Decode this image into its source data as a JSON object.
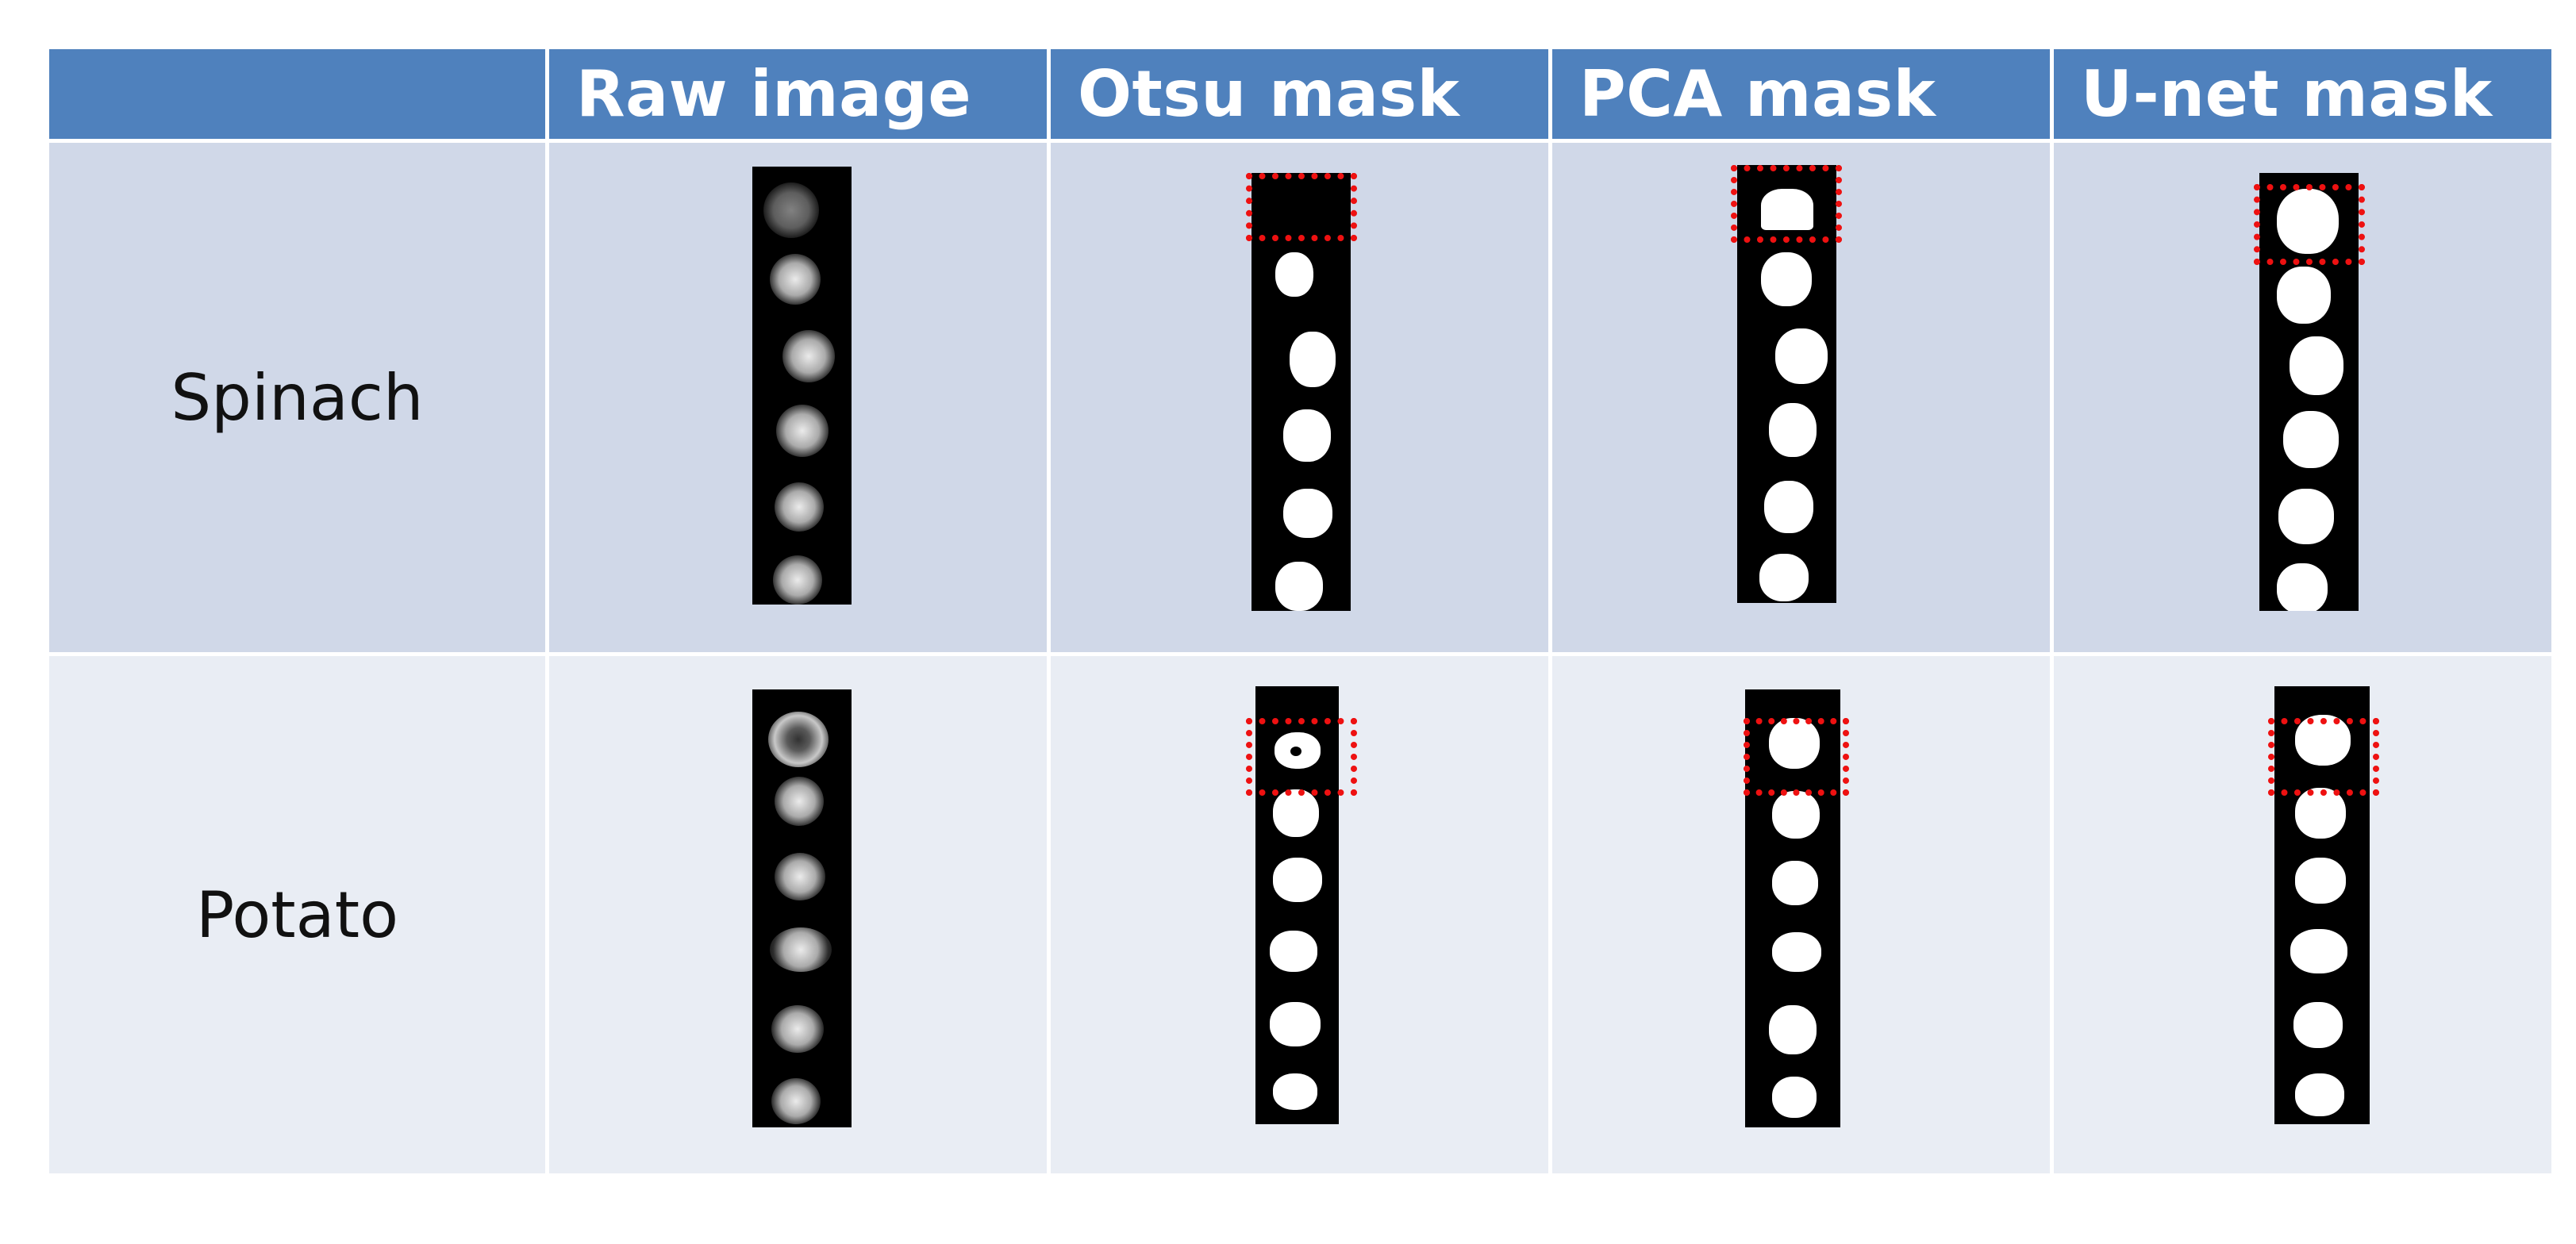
{
  "table": {
    "headers": [
      "",
      "Raw image",
      "Otsu mask",
      "PCA mask",
      "U-net mask"
    ],
    "rows": [
      {
        "label": "Spinach"
      },
      {
        "label": "Potato"
      }
    ]
  },
  "colors": {
    "header_bg": "#4f81bd",
    "row_odd_bg": "#d0d8e8",
    "row_even_bg": "#e9edf4",
    "roi_box": "#ee1111"
  },
  "content_note_icons": [
    "dotted-red-roi-box"
  ]
}
